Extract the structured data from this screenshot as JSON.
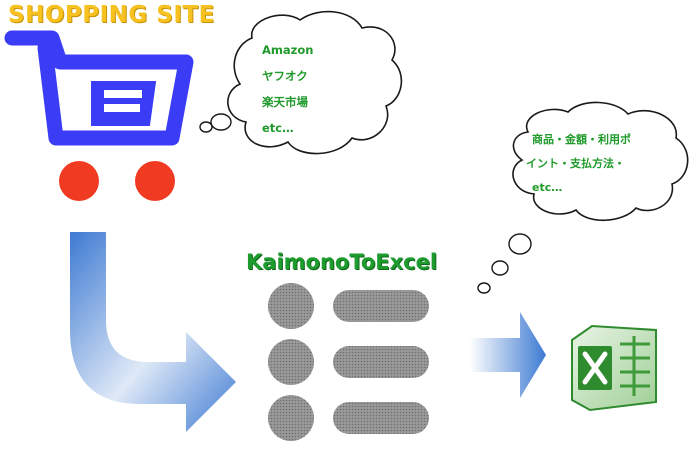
{
  "shop_title": "SHOPPING SITE",
  "app_title": "KaimonoToExcel",
  "sites_bubble": [
    "Amazon",
    "ヤフオク",
    "楽天市場",
    "etc…"
  ],
  "info_bubble": [
    "商品・金額・利用ポ",
    "イント・支払方法・",
    "etc…"
  ],
  "icons": [
    "shopping-cart-icon",
    "curved-arrow-icon",
    "list-icon",
    "right-arrow-icon",
    "excel-icon"
  ],
  "colors": {
    "cart": "#3a3df5",
    "wheels": "#f03a22",
    "title": "#f7c21f",
    "app_title": "#1e9b2e",
    "arrow": "#4a86d6",
    "excel": "#2e8b2e"
  }
}
